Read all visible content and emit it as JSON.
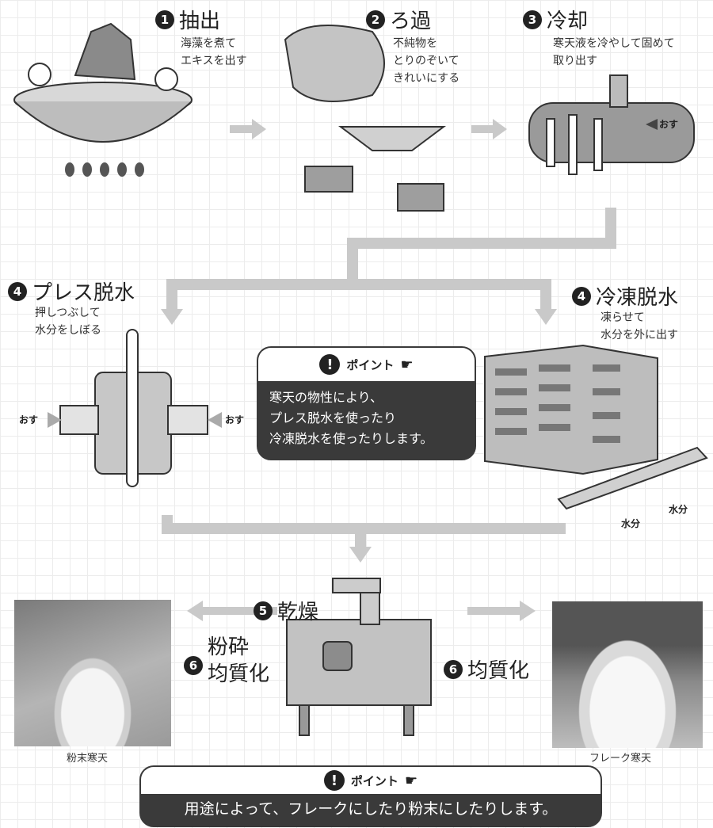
{
  "steps": {
    "s1": {
      "num": "1",
      "title": "抽出",
      "desc": [
        "海藻を煮て",
        "エキスを出す"
      ]
    },
    "s2": {
      "num": "2",
      "title": "ろ過",
      "desc": [
        "不純物を",
        "とりのぞいて",
        "きれいにする"
      ]
    },
    "s3": {
      "num": "3",
      "title": "冷却",
      "desc": [
        "寒天液を冷やして固めて",
        "取り出す"
      ]
    },
    "s4a": {
      "num": "4",
      "title": "プレス脱水",
      "desc": [
        "押しつぶして",
        "水分をしぼる"
      ]
    },
    "s4b": {
      "num": "4",
      "title": "冷凍脱水",
      "desc": [
        "凍らせて",
        "水分を外に出す"
      ]
    },
    "s5": {
      "num": "5",
      "title": "乾燥"
    },
    "s6a": {
      "num": "6",
      "title": [
        "粉砕",
        "均質化"
      ]
    },
    "s6b": {
      "num": "6",
      "title": "均質化"
    }
  },
  "labels": {
    "push": "おす",
    "water": "水分"
  },
  "point1": {
    "icon": "!",
    "label": "ポイント",
    "hand_icon": "pointing-hand-icon",
    "lines": [
      "寒天の物性により、",
      "プレス脱水を使ったり",
      "冷凍脱水を使ったりします。"
    ]
  },
  "point2": {
    "icon": "!",
    "label": "ポイント",
    "hand_icon": "pointing-hand-icon",
    "text": "用途によって、フレークにしたり粉末にしたりします。"
  },
  "captions": {
    "powder": "粉末寒天",
    "flake": "フレーク寒天"
  },
  "colors": {
    "arrow": "#c9c9c9",
    "box": "#3a3a3a"
  }
}
